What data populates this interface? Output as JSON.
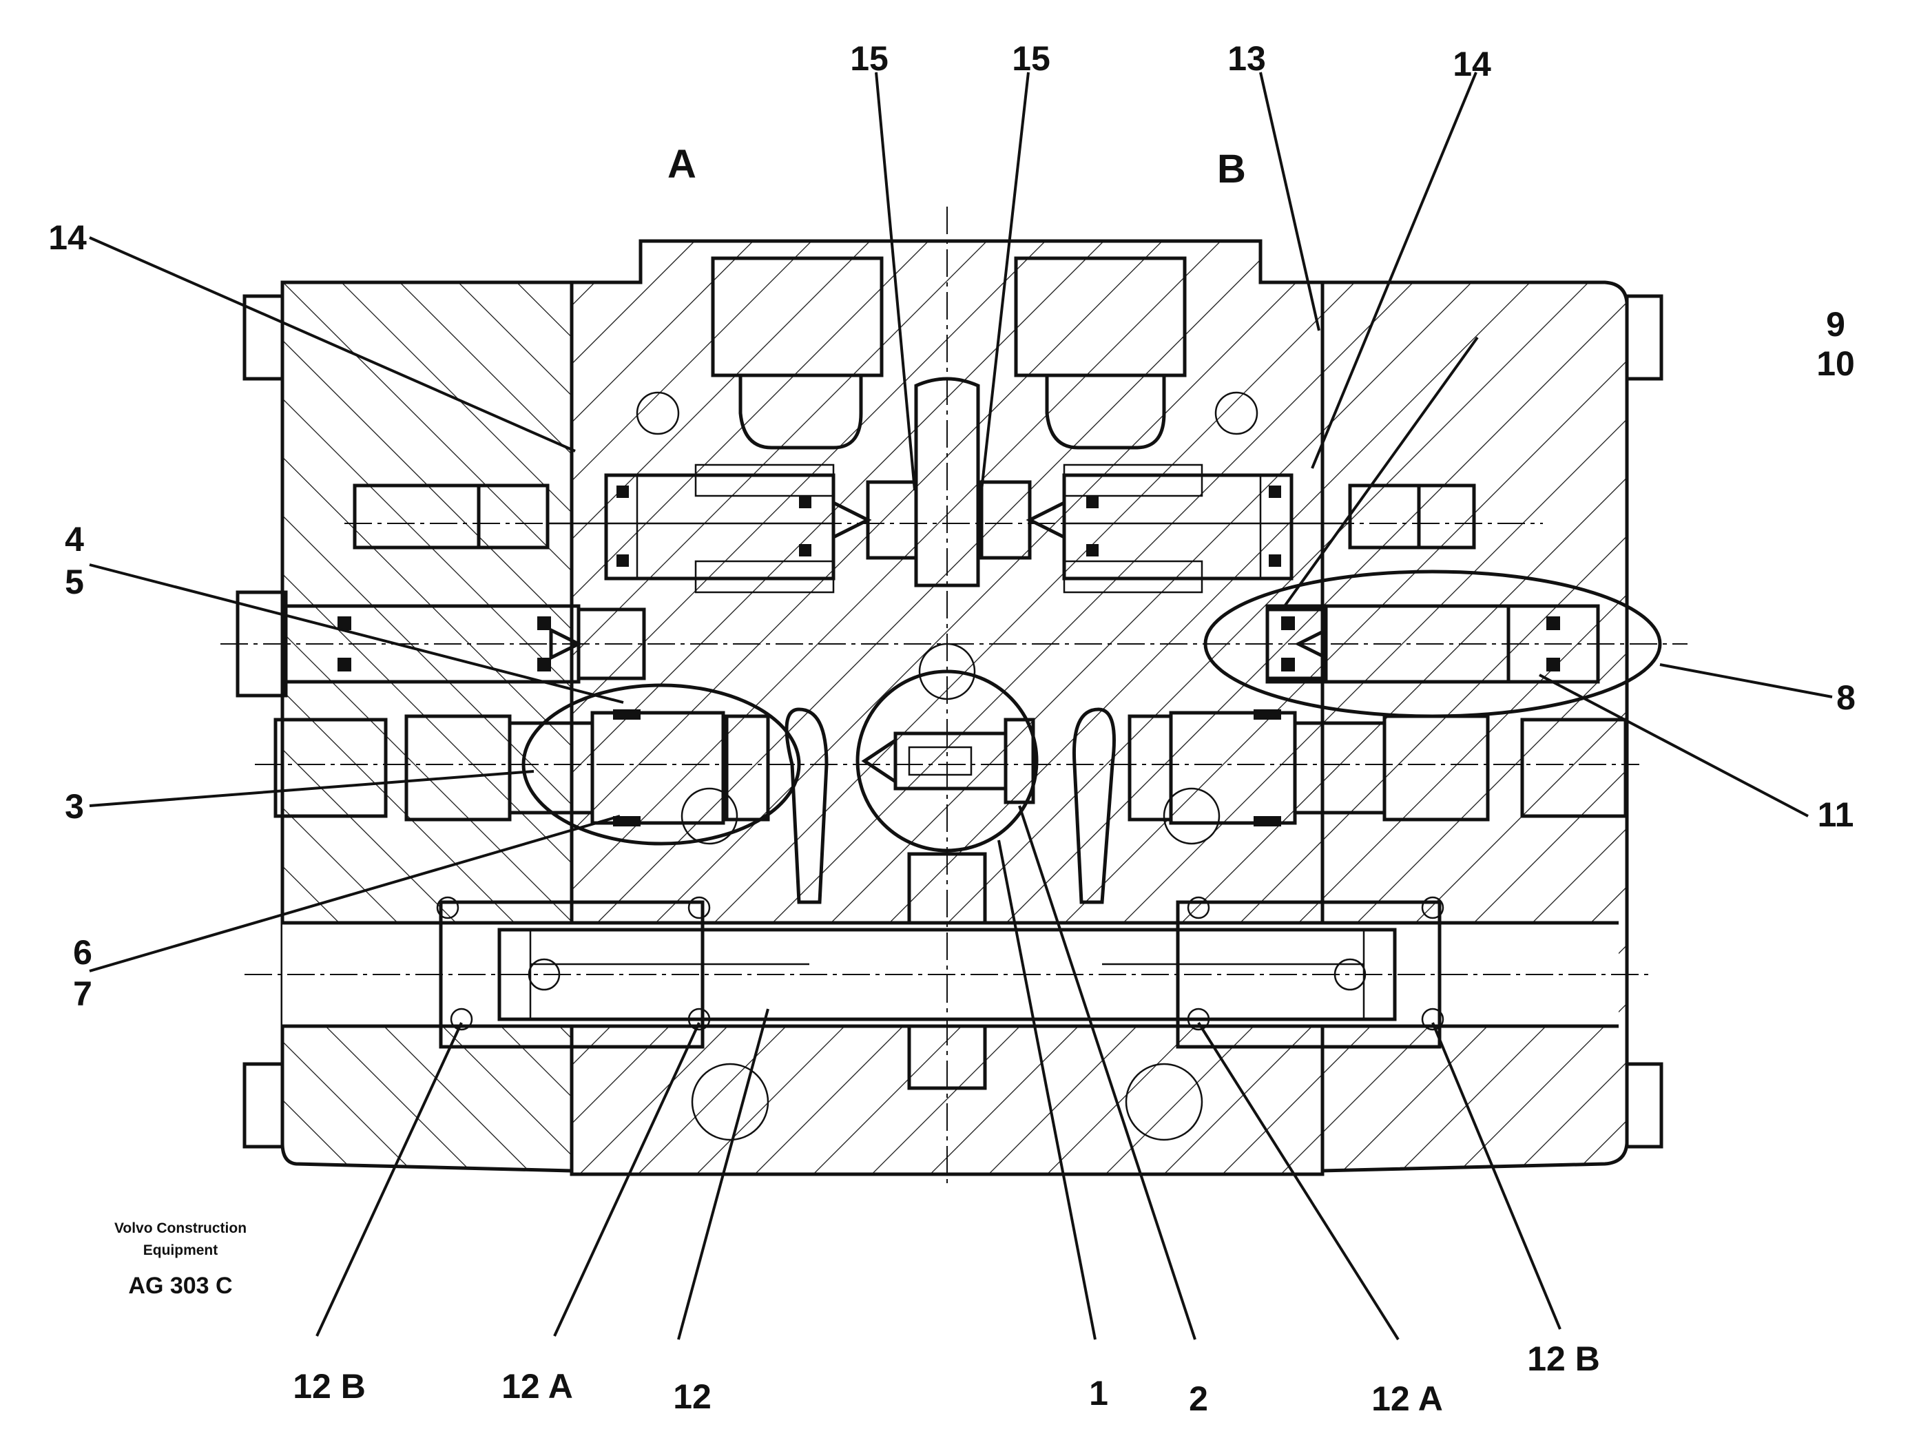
{
  "section_labels": {
    "a": "A",
    "b": "B"
  },
  "callouts": {
    "c15_left": "15",
    "c15_right": "15",
    "c13": "13",
    "c14_right": "14",
    "c14_left": "14",
    "c9": "9",
    "c10": "10",
    "c4": "4",
    "c5": "5",
    "c8": "8",
    "c3": "3",
    "c11": "11",
    "c6": "6",
    "c7": "7",
    "c12b_left": "12 B",
    "c12a_left": "12 A",
    "c12": "12",
    "c1": "1",
    "c2": "2",
    "c12a_right": "12 A",
    "c12b_right": "12 B"
  },
  "credit": {
    "line1": "Volvo Construction",
    "line2": "Equipment",
    "code": "AG 303 C"
  }
}
